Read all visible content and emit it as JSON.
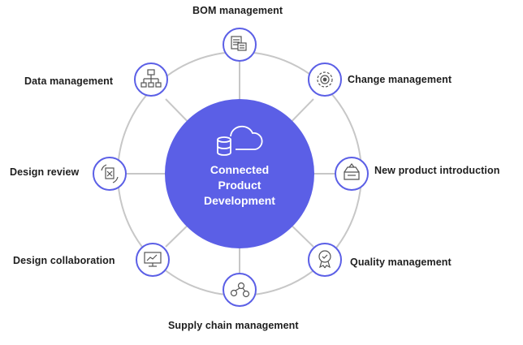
{
  "center": {
    "lines": [
      "Connected",
      "Product",
      "Development"
    ]
  },
  "nodes": [
    {
      "id": "bom",
      "label": "BOM management",
      "icon": "bom-icon"
    },
    {
      "id": "change",
      "label": "Change management",
      "icon": "change-gear-icon"
    },
    {
      "id": "npi",
      "label": "New product introduction",
      "icon": "product-box-icon"
    },
    {
      "id": "quality",
      "label": "Quality management",
      "icon": "quality-badge-icon"
    },
    {
      "id": "supply",
      "label": "Supply chain management",
      "icon": "supply-chain-icon"
    },
    {
      "id": "collab",
      "label": "Design collaboration",
      "icon": "collaboration-monitor-icon"
    },
    {
      "id": "review",
      "label": "Design review",
      "icon": "review-document-icon"
    },
    {
      "id": "data",
      "label": "Data management",
      "icon": "hierarchy-icon"
    }
  ],
  "colors": {
    "hub": "#5b5fe6",
    "node_ring": "#5b5fe6",
    "connector": "#c7c7c7",
    "label": "#1e1e1e"
  }
}
